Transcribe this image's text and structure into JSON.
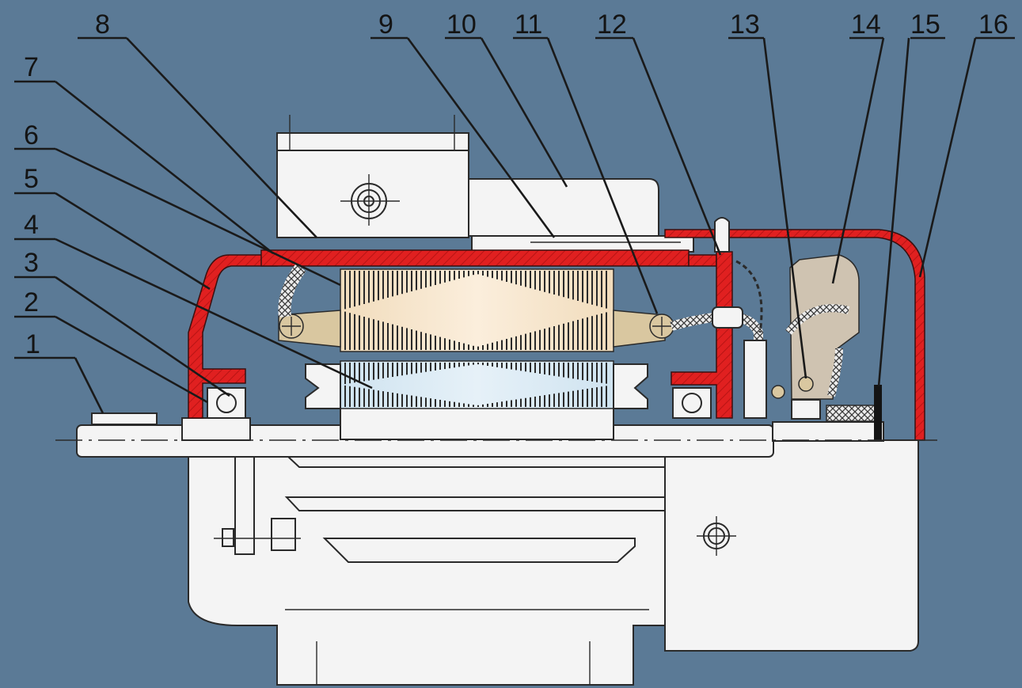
{
  "callouts": [
    {
      "id": "1",
      "label": "1"
    },
    {
      "id": "2",
      "label": "2"
    },
    {
      "id": "3",
      "label": "3"
    },
    {
      "id": "4",
      "label": "4"
    },
    {
      "id": "5",
      "label": "5"
    },
    {
      "id": "6",
      "label": "6"
    },
    {
      "id": "7",
      "label": "7"
    },
    {
      "id": "8",
      "label": "8"
    },
    {
      "id": "9",
      "label": "9"
    },
    {
      "id": "10",
      "label": "10"
    },
    {
      "id": "11",
      "label": "11"
    },
    {
      "id": "12",
      "label": "12"
    },
    {
      "id": "13",
      "label": "13"
    },
    {
      "id": "14",
      "label": "14"
    },
    {
      "id": "15",
      "label": "15"
    },
    {
      "id": "16",
      "label": "16"
    }
  ],
  "colors": {
    "background": "#5b7a96",
    "housing_section": "#e02020",
    "stator_core": "#f1dcbc",
    "rotor_core": "#cfe3f0",
    "fan": "#cfc3b1",
    "body": "#f4f4f4"
  }
}
